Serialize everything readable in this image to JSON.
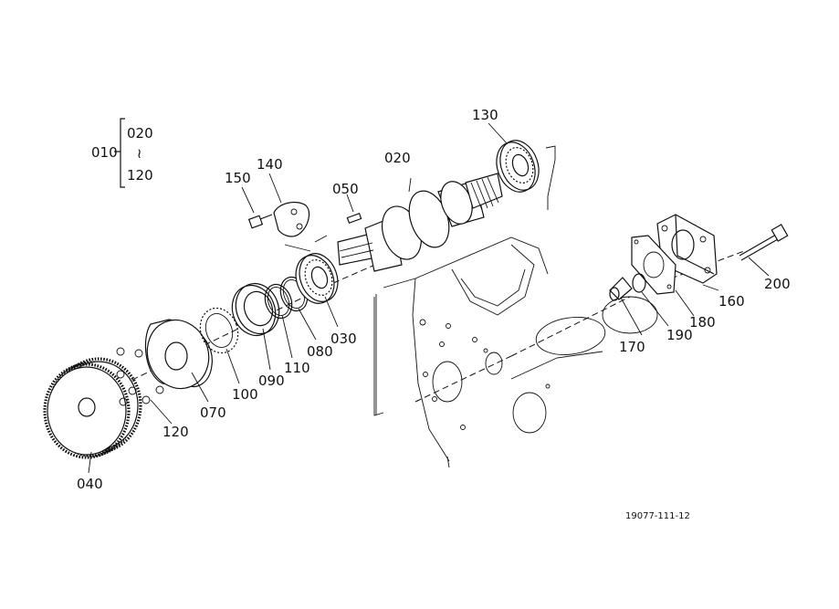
{
  "assembly": {
    "group_number": "010",
    "range_start": "020",
    "range_sep": "~",
    "range_end": "120"
  },
  "parts": {
    "p020": "020",
    "p030": "030",
    "p040": "040",
    "p050": "050",
    "p070": "070",
    "p080": "080",
    "p090": "090",
    "p100": "100",
    "p110": "110",
    "p120": "120",
    "p130": "130",
    "p140": "140",
    "p150": "150",
    "p160": "160",
    "p170": "170",
    "p180": "180",
    "p190": "190",
    "p200": "200"
  },
  "figure_id": "19077-111-12"
}
